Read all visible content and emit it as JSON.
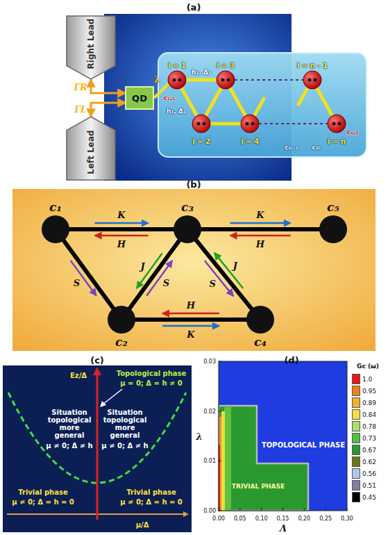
{
  "diagram": {
    "nodes": [
      {
        "text": [
          "Right Lead"
        ]
      },
      {
        "text": [
          "Left Lead"
        ]
      },
      {
        "text": [
          "QD"
        ]
      },
      {
        "text": [
          "c₁"
        ]
      },
      {
        "text": [
          "c₂"
        ]
      },
      {
        "text": [
          "c₃"
        ]
      },
      {
        "text": [
          "c₄"
        ]
      },
      {
        "text": [
          "c₅"
        ]
      }
    ],
    "edges": [
      {
        "from": 0,
        "to": 2,
        "arrow": "both",
        "label": "ΓR"
      },
      {
        "from": 1,
        "to": 2,
        "arrow": "both",
        "label": "ΓL"
      },
      {
        "from": 3,
        "to": 5,
        "arrow": "none"
      },
      {
        "from": 3,
        "to": 4,
        "arrow": "none"
      },
      {
        "from": 4,
        "to": 5,
        "arrow": "none"
      },
      {
        "from": 4,
        "to": 6,
        "arrow": "none"
      },
      {
        "from": 5,
        "to": 6,
        "arrow": "none"
      },
      {
        "from": 5,
        "to": 7,
        "arrow": "none"
      },
      {
        "from": 3,
        "to": 5,
        "arrow": "to",
        "label": "K"
      },
      {
        "from": 5,
        "to": 3,
        "arrow": "to",
        "label": "H"
      },
      {
        "from": 3,
        "to": 4,
        "arrow": "to",
        "label": "S"
      },
      {
        "from": 5,
        "to": 4,
        "arrow": "to",
        "label": "J"
      },
      {
        "from": 4,
        "to": 5,
        "arrow": "to",
        "label": "S"
      },
      {
        "from": 4,
        "to": 6,
        "arrow": "to",
        "label": "K"
      },
      {
        "from": 6,
        "to": 4,
        "arrow": "to",
        "label": "H"
      },
      {
        "from": 5,
        "to": 6,
        "arrow": "to",
        "label": "S"
      },
      {
        "from": 6,
        "to": 5,
        "arrow": "to",
        "label": "J"
      },
      {
        "from": 5,
        "to": 7,
        "arrow": "to",
        "label": "K"
      },
      {
        "from": 7,
        "to": 5,
        "arrow": "to",
        "label": "H"
      }
    ],
    "labels": [
      "(a)",
      "λ",
      "i = 1",
      "i = 3",
      "i = n - 1",
      "i = 2",
      "i = 4",
      "i = n",
      "h₁, Δ₁",
      "h₂, Δ₂",
      "c₂ᵢ₋₁",
      "c₂ᵢ",
      "c₁,₁",
      "cₙ,₁",
      "(b)",
      "(c)",
      "(d)",
      "Ez/Δ",
      "Topological phase",
      "μ = 0; Δ = h ≠ 0",
      "Situation topological more general",
      "μ ≠ 0; Δ ≠ h",
      "Situation topological more general",
      "μ ≠ 0; Δ ≠ h",
      "Trivial phase",
      "μ ≠ 0; Δ = h = 0",
      "Trivial phase",
      "μ ≠ 0; Δ = h = 0",
      "μ/Δ",
      "λ",
      "0.00",
      "0.01",
      "0.02",
      "0.03",
      "0.00",
      "0,05",
      "0,10",
      "0,15",
      "0,20",
      "0,25",
      "0,30",
      "Λ",
      "TOPOLOGICAL PHASE",
      "TRIVIAL PHASE",
      "Gc (ω)"
    ],
    "legend": [
      {
        "text": "1.0",
        "color": "#e41a1c"
      },
      {
        "text": "0.95",
        "color": "#f07f1a"
      },
      {
        "text": "0.89",
        "color": "#f0b030"
      },
      {
        "text": "0.84",
        "color": "#f0e040"
      },
      {
        "text": "0.78",
        "color": "#a8e070"
      },
      {
        "text": "0.73",
        "color": "#50c040"
      },
      {
        "text": "0.67",
        "color": "#2a9a30"
      },
      {
        "text": "0.62",
        "color": "#6a7a10"
      },
      {
        "text": "0.56",
        "color": "#b0c8e8"
      },
      {
        "text": "0.51",
        "color": "#8080a0"
      },
      {
        "text": "0.45",
        "color": "#000000"
      }
    ]
  }
}
